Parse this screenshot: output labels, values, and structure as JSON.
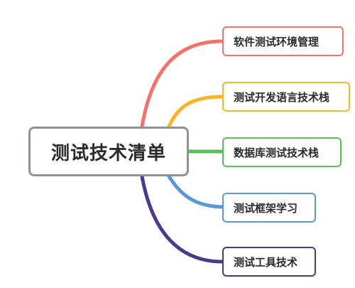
{
  "root": {
    "label": "测试技术清单",
    "color": "#8e939b"
  },
  "branches": [
    {
      "label": "软件测试环境管理",
      "color": "#f3736a"
    },
    {
      "label": "测试开发语言技术栈",
      "color": "#f7b528"
    },
    {
      "label": "数据库测试技术栈",
      "color": "#5bbd5b"
    },
    {
      "label": "测试框架学习",
      "color": "#5b98d8"
    },
    {
      "label": "测试工具技术",
      "color": "#4b3a8c"
    }
  ]
}
